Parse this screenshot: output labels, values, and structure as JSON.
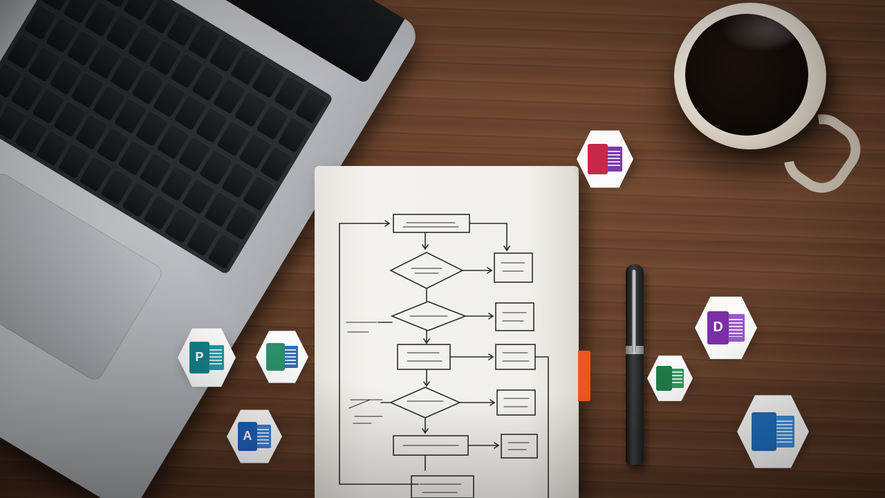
{
  "scene": {
    "description_type": "photo",
    "elements": {
      "laptop": "laptop",
      "coffee_mug": "coffee-mug",
      "notebook": "notebook-with-flowchart",
      "pen": "pen",
      "bookmark_color": "#e9581f"
    }
  },
  "app_icons": [
    {
      "name": "onenote-red-icon",
      "letter": "",
      "color": "#c7284a",
      "side_color": "#7b3aa8"
    },
    {
      "name": "onenote-purple-icon",
      "letter": "D",
      "color": "#7a2fa7",
      "side_color": "#9b57c9"
    },
    {
      "name": "excel-icon",
      "letter": "",
      "color": "#1f7a47",
      "side_color": "#2f9a5c"
    },
    {
      "name": "outlook-icon",
      "letter": "",
      "color": "#1f6fbf",
      "side_color": "#3b8fe0"
    },
    {
      "name": "publisher-icon",
      "letter": "P",
      "color": "#137f8a",
      "side_color": "#1f9aa6"
    },
    {
      "name": "access-icon",
      "letter": "A",
      "color": "#1d5fb8",
      "side_color": "#3b80d6"
    },
    {
      "name": "gem-icon",
      "letter": "",
      "color": "#2a8f6a",
      "side_color": "#2d6fb0"
    }
  ]
}
